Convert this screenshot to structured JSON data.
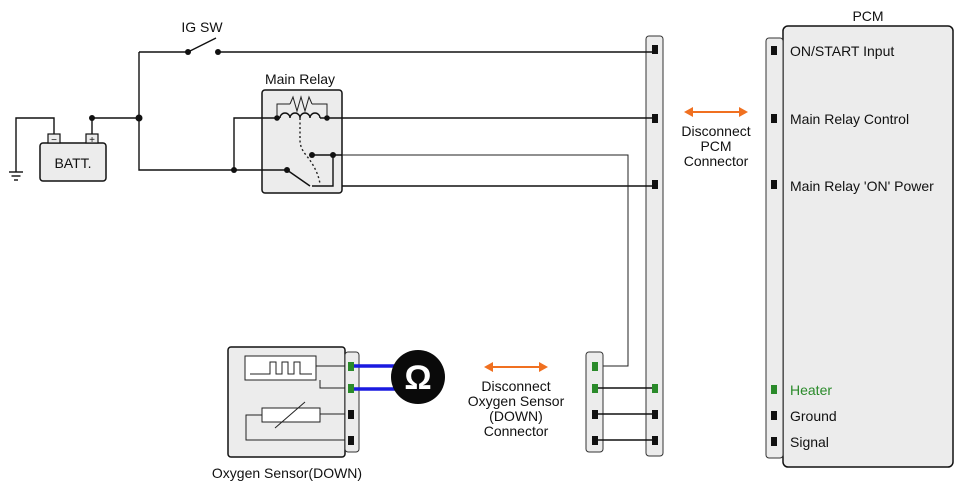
{
  "labels": {
    "pcm": "PCM",
    "ig_sw": "IG SW",
    "main_relay": "Main Relay",
    "batt": "BATT.",
    "batt_neg": "−",
    "batt_pos": "+",
    "disconnect_pcm": [
      "Disconnect",
      "PCM",
      "Connector"
    ],
    "disconnect_o2": [
      "Disconnect",
      "Oxygen Sensor",
      "(DOWN)",
      "Connector"
    ],
    "oxygen_sensor": "Oxygen Sensor(DOWN)",
    "ohm": "Ω"
  },
  "pcm_terminals": [
    {
      "label": "ON/START Input"
    },
    {
      "label": "Main Relay Control"
    },
    {
      "label": "Main Relay 'ON' Power"
    },
    {
      "label": "Heater",
      "color": "#2a8a2a"
    },
    {
      "label": "Ground"
    },
    {
      "label": "Signal"
    }
  ],
  "colors": {
    "arrow": "#f07020",
    "meter_leads": "#1a1ae0",
    "heater_highlight": "#2a8a2a"
  }
}
